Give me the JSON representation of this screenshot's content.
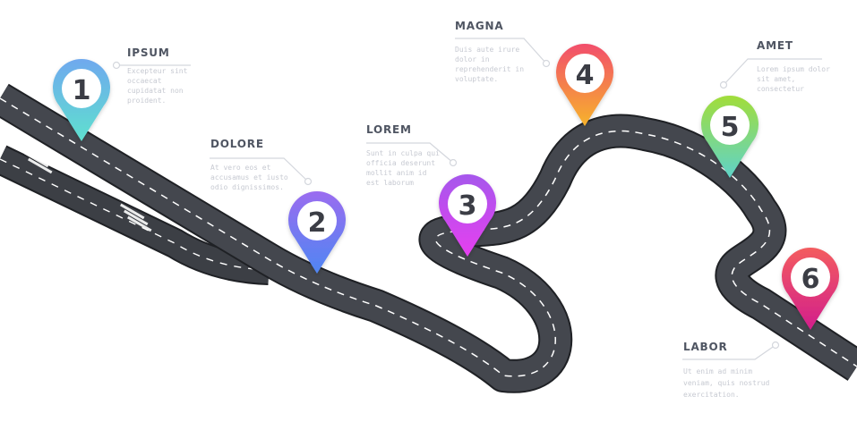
{
  "milestones": [
    {
      "number": "1",
      "title": "IPSUM",
      "desc": [
        "Excepteur sint",
        "occaecat",
        "cupidatat non",
        "proident."
      ],
      "gradient": [
        "#6fa9ee",
        "#5fe0cf"
      ]
    },
    {
      "number": "2",
      "title": "DOLORE",
      "desc": [
        "At vero eos et",
        "accusamus et iusto",
        "odio dignissimos."
      ],
      "gradient": [
        "#9a6cf0",
        "#4f86f2"
      ]
    },
    {
      "number": "3",
      "title": "LOREM",
      "desc": [
        "Sunt in culpa qui",
        "officia deserunt",
        "mollit anim id",
        "est laborum"
      ],
      "gradient": [
        "#a657ec",
        "#e63ff0"
      ]
    },
    {
      "number": "4",
      "title": "MAGNA",
      "desc": [
        "Duis aute irure",
        "dolor in",
        "reprehenderit in",
        "voluptate."
      ],
      "gradient": [
        "#f24e6c",
        "#f7b32b"
      ]
    },
    {
      "number": "5",
      "title": "AMET",
      "desc": [
        "Lorem ipsum dolor",
        "sit amet,",
        "consectetur"
      ],
      "gradient": [
        "#a1dd3a",
        "#5fd3c9"
      ]
    },
    {
      "number": "6",
      "title": "LABOR",
      "desc": [
        "Ut enim ad minim",
        "veniam, quis nostrud",
        "exercitation."
      ],
      "gradient": [
        "#f35c5f",
        "#d21e8c"
      ]
    }
  ],
  "colors": {
    "road": "#3c3f45",
    "road_edge": "#1f2125",
    "lane": "#ffffff",
    "text_title": "#4f5562",
    "text_desc": "#c7cad2",
    "connector": "#d4d7dd"
  }
}
